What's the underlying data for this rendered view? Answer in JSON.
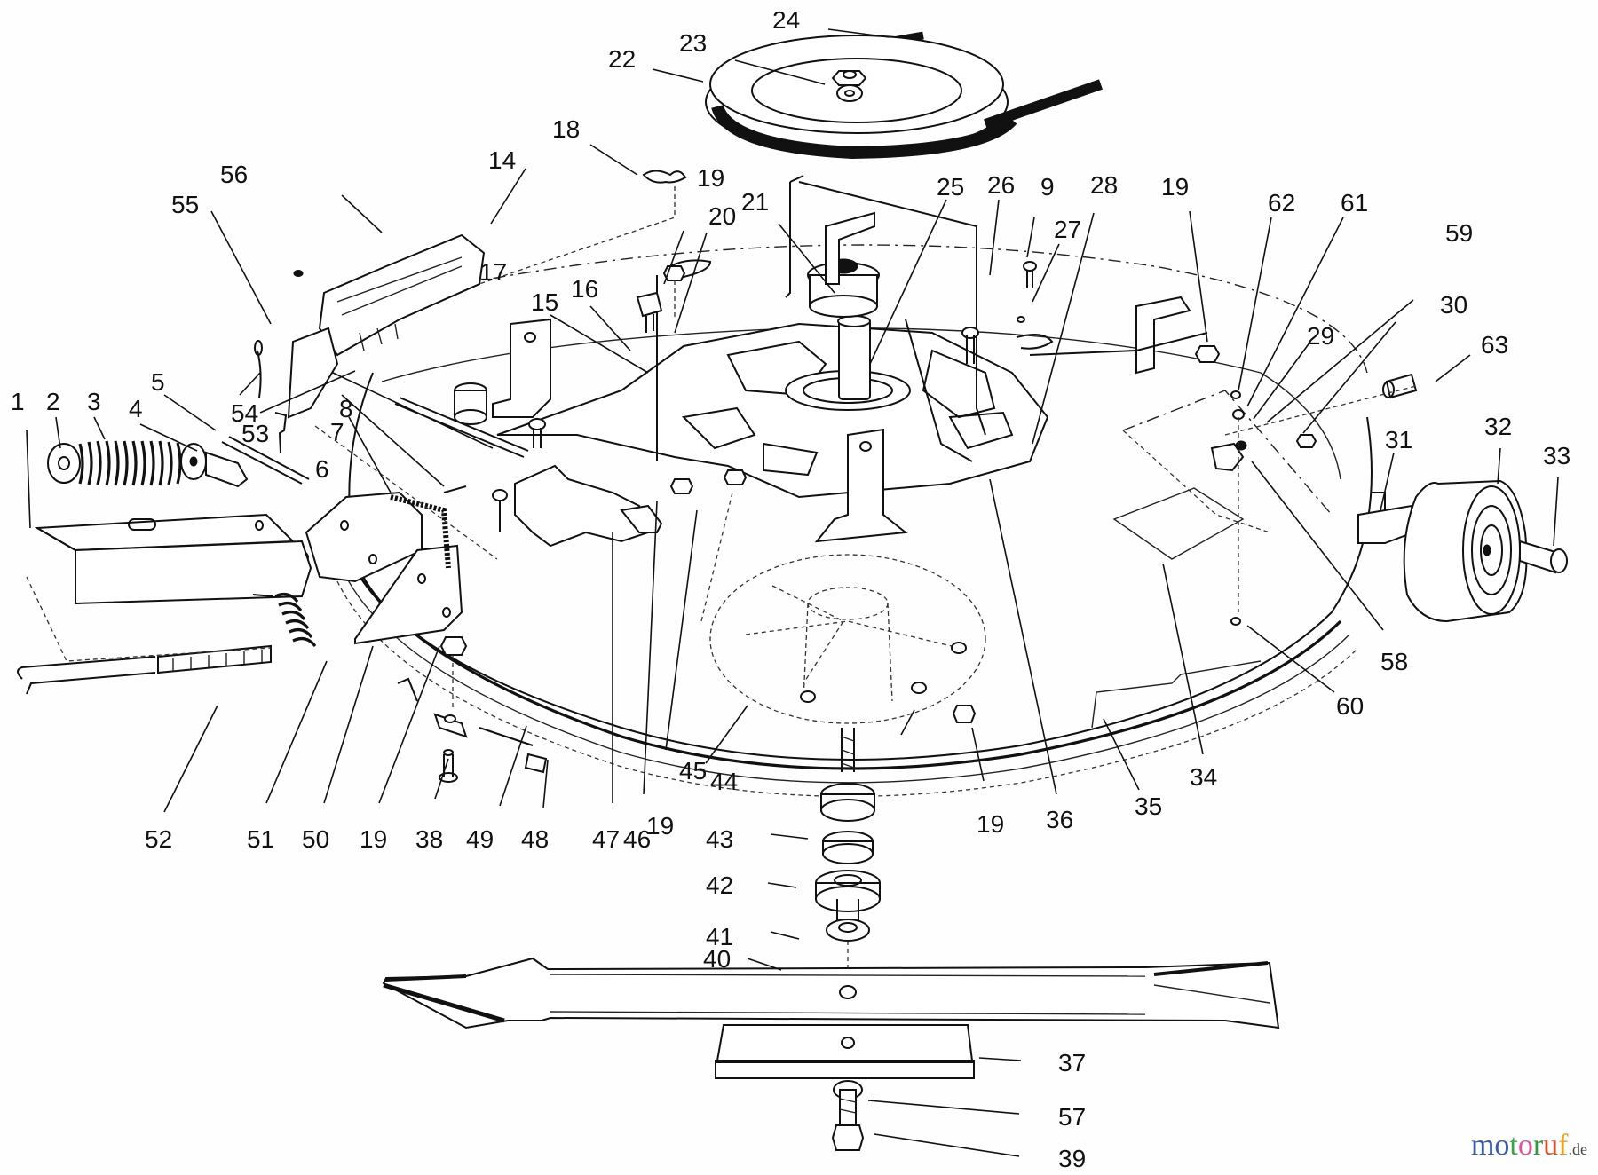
{
  "diagram": {
    "title": "Mower deck assembly exploded parts view",
    "callouts": [
      {
        "id": "c1",
        "label": "1"
      },
      {
        "id": "c2",
        "label": "2"
      },
      {
        "id": "c3",
        "label": "3"
      },
      {
        "id": "c4",
        "label": "4"
      },
      {
        "id": "c5",
        "label": "5"
      },
      {
        "id": "c6",
        "label": "6"
      },
      {
        "id": "c7",
        "label": "7"
      },
      {
        "id": "c8",
        "label": "8"
      },
      {
        "id": "c9",
        "label": "9"
      },
      {
        "id": "c14",
        "label": "14"
      },
      {
        "id": "c15",
        "label": "15"
      },
      {
        "id": "c16",
        "label": "16"
      },
      {
        "id": "c17",
        "label": "17"
      },
      {
        "id": "c18",
        "label": "18"
      },
      {
        "id": "c19a",
        "label": "19"
      },
      {
        "id": "c20",
        "label": "20"
      },
      {
        "id": "c21",
        "label": "21"
      },
      {
        "id": "c22",
        "label": "22"
      },
      {
        "id": "c23",
        "label": "23"
      },
      {
        "id": "c24",
        "label": "24"
      },
      {
        "id": "c25",
        "label": "25"
      },
      {
        "id": "c26",
        "label": "26"
      },
      {
        "id": "c27",
        "label": "27"
      },
      {
        "id": "c28",
        "label": "28"
      },
      {
        "id": "c19b",
        "label": "19"
      },
      {
        "id": "c62",
        "label": "62"
      },
      {
        "id": "c61",
        "label": "61"
      },
      {
        "id": "c59",
        "label": "59"
      },
      {
        "id": "c30",
        "label": "30"
      },
      {
        "id": "c29",
        "label": "29"
      },
      {
        "id": "c63",
        "label": "63"
      },
      {
        "id": "c31",
        "label": "31"
      },
      {
        "id": "c32",
        "label": "32"
      },
      {
        "id": "c33",
        "label": "33"
      },
      {
        "id": "c58",
        "label": "58"
      },
      {
        "id": "c60",
        "label": "60"
      },
      {
        "id": "c34",
        "label": "34"
      },
      {
        "id": "c35",
        "label": "35"
      },
      {
        "id": "c36",
        "label": "36"
      },
      {
        "id": "c19c",
        "label": "19"
      },
      {
        "id": "c44",
        "label": "44"
      },
      {
        "id": "c45",
        "label": "45"
      },
      {
        "id": "c19d",
        "label": "19"
      },
      {
        "id": "c46",
        "label": "46"
      },
      {
        "id": "c47",
        "label": "47"
      },
      {
        "id": "c48",
        "label": "48"
      },
      {
        "id": "c49",
        "label": "49"
      },
      {
        "id": "c38",
        "label": "38"
      },
      {
        "id": "c19e",
        "label": "19"
      },
      {
        "id": "c50",
        "label": "50"
      },
      {
        "id": "c51",
        "label": "51"
      },
      {
        "id": "c52",
        "label": "52"
      },
      {
        "id": "c53",
        "label": "53"
      },
      {
        "id": "c54",
        "label": "54"
      },
      {
        "id": "c55",
        "label": "55"
      },
      {
        "id": "c56",
        "label": "56"
      },
      {
        "id": "c43",
        "label": "43"
      },
      {
        "id": "c42",
        "label": "42"
      },
      {
        "id": "c41",
        "label": "41"
      },
      {
        "id": "c40",
        "label": "40"
      },
      {
        "id": "c37",
        "label": "37"
      },
      {
        "id": "c57",
        "label": "57"
      },
      {
        "id": "c39",
        "label": "39"
      }
    ]
  },
  "watermark": {
    "letters": [
      "m",
      "o",
      "t",
      "o",
      "r",
      "u",
      "f"
    ],
    "colors": [
      "#3b5ba8",
      "#3b5ba8",
      "#3aa64a",
      "#e0559a",
      "#2f9a3e",
      "#d9502a",
      "#f0a020"
    ],
    "tld": ".de"
  }
}
